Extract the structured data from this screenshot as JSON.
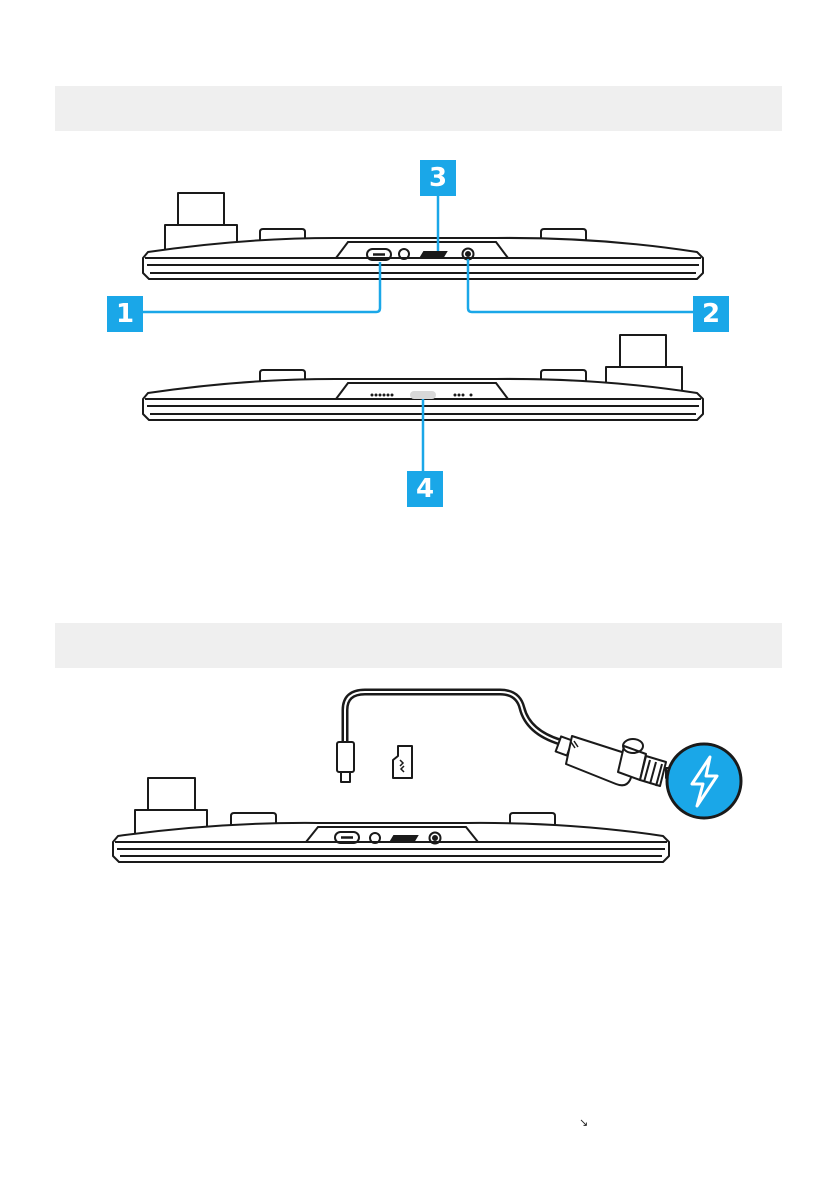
{
  "figure_1": {
    "callouts": {
      "c1": "1",
      "c2": "2",
      "c3": "3",
      "c4": "4"
    }
  },
  "corner_glyph": "↘",
  "colors": {
    "accent": "#1aa7e8",
    "line": "#1a1a1a",
    "band": "#efefef"
  },
  "icons": {
    "power": "lightning-bolt-icon",
    "memory_card": "microsd-card-icon",
    "charger": "car-charger-icon"
  }
}
